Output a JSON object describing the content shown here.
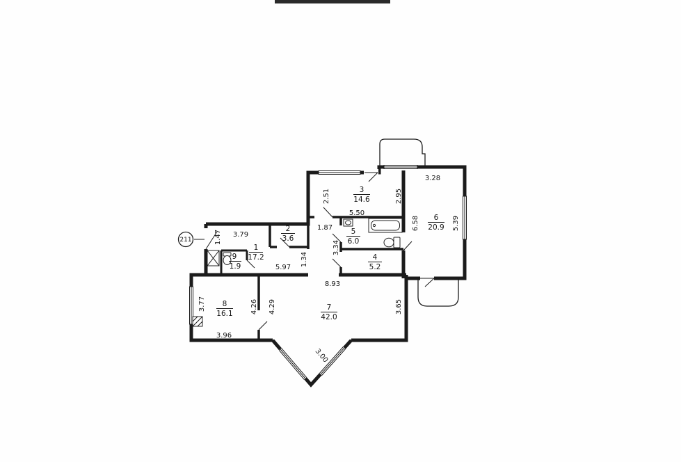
{
  "plan": {
    "apartment_marker": "211",
    "rooms": [
      {
        "number": "1",
        "area": "17.2"
      },
      {
        "number": "2",
        "area": "3.6"
      },
      {
        "number": "3",
        "area": "14.6"
      },
      {
        "number": "4",
        "area": "5.2"
      },
      {
        "number": "5",
        "area": "6.0"
      },
      {
        "number": "6",
        "area": "20.9"
      },
      {
        "number": "7",
        "area": "42.0"
      },
      {
        "number": "8",
        "area": "16.1"
      },
      {
        "number": "9",
        "area": "1.9"
      }
    ],
    "dims": [
      "3.79",
      "1.47",
      "2.51",
      "5.50",
      "1.87",
      "2.95",
      "3.28",
      "6.58",
      "5.39",
      "3.34",
      "5.97",
      "1.34",
      "8.93",
      "3.65",
      "4.26",
      "4.29",
      "3.77",
      "3.96",
      "3.00"
    ],
    "colors": {
      "wall": "#1b1b1b",
      "paper": "#fefefe"
    }
  }
}
